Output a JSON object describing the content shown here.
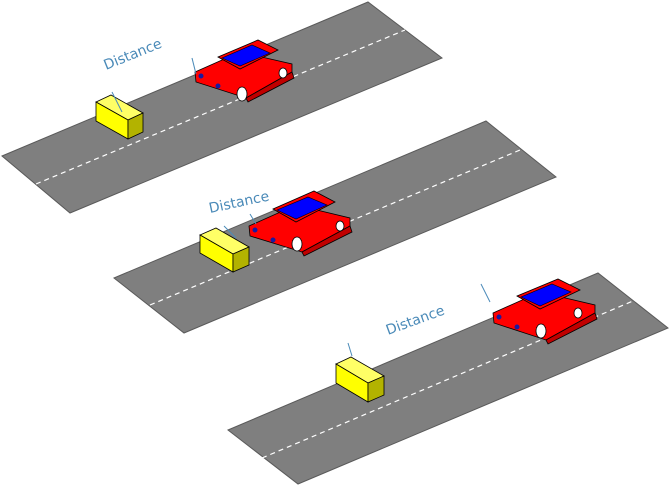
{
  "labels": {
    "distance_1": "Distance",
    "distance_2": "Distance",
    "distance_3": "Distance"
  },
  "colors": {
    "road": "#7f7f7f",
    "road_edge": "#5a5a5a",
    "lane_marking": "#ffffff",
    "car_body": "#ff0000",
    "car_side_dark": "#c00000",
    "windshield": "#0000ff",
    "wheel": "#ffffff",
    "headlight": "#1a1aa0",
    "box_top": "#ffff66",
    "box_front": "#ffff00",
    "box_side": "#b3b300",
    "distance_label": "#4a8ab8",
    "distance_marker": "#4a8ab8"
  },
  "scenes": [
    {
      "name": "scene-1",
      "gap": "small"
    },
    {
      "name": "scene-2",
      "gap": "touching"
    },
    {
      "name": "scene-3",
      "gap": "large"
    }
  ]
}
